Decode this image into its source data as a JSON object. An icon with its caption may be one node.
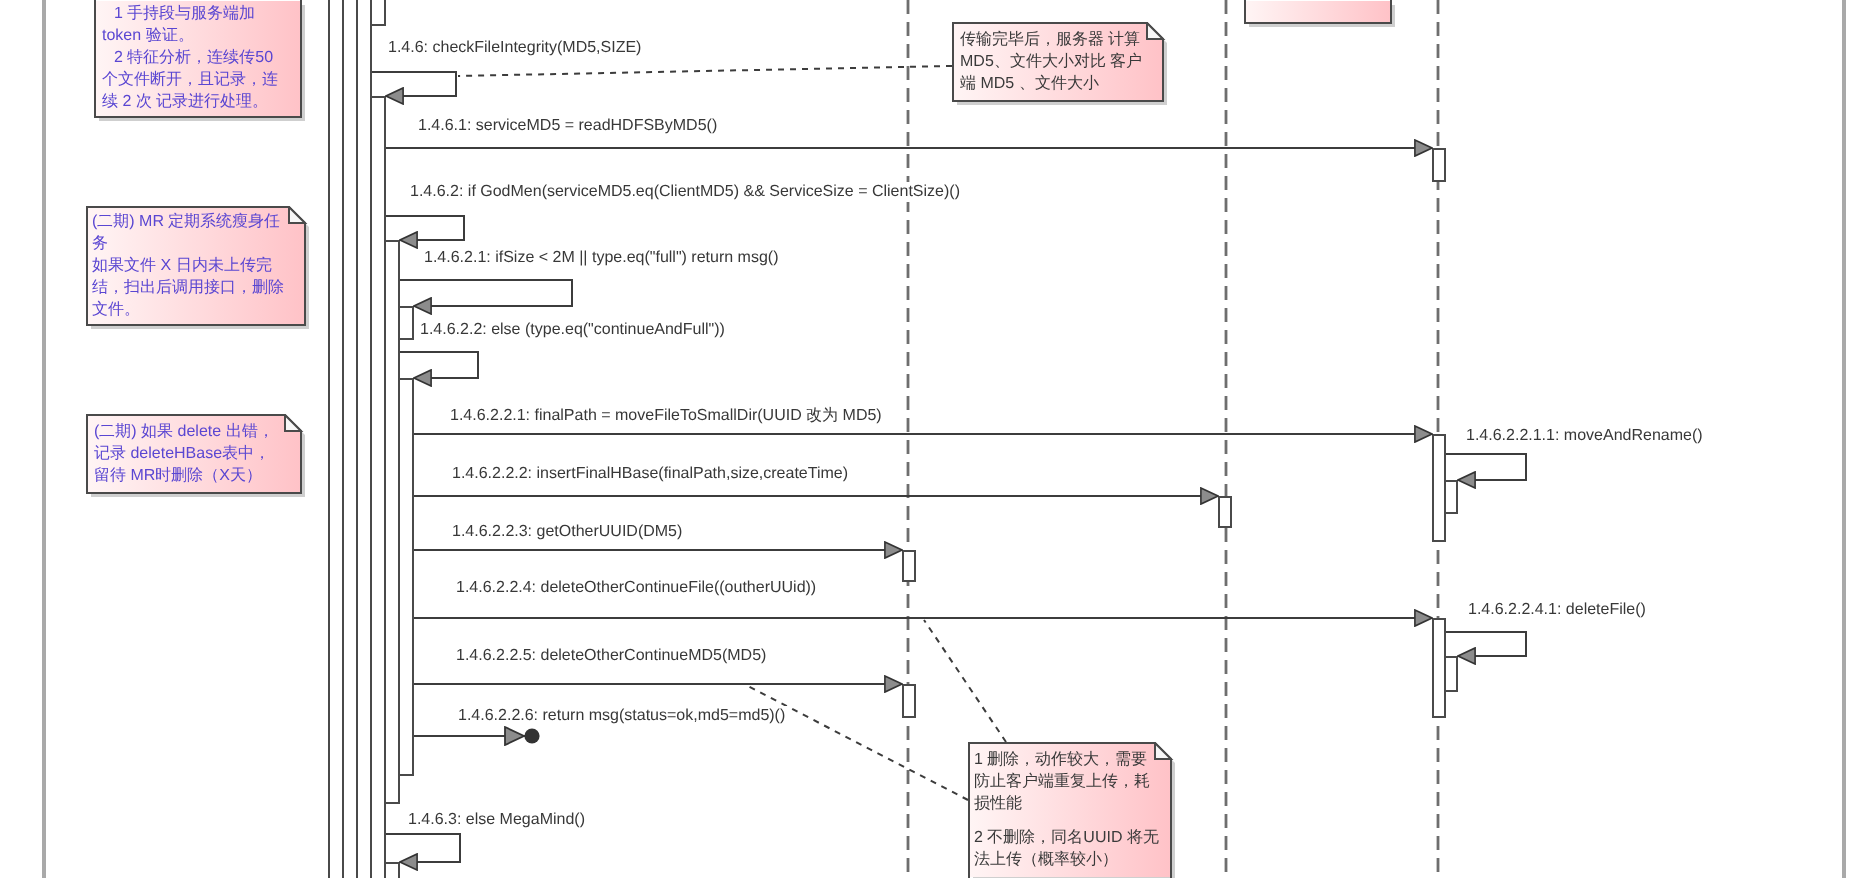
{
  "diagram": {
    "nodes": [
      {
        "text": [
          "1 手持段与服务端加token 验证。",
          "2 特征分析，连续传50个文件断开，且记录，连续 2 次 记录进行处理。"
        ]
      },
      {
        "text": [
          "传输完毕后，服务器 计算MD5、文件大小对比 客户端 MD5 、文件大小"
        ]
      },
      {
        "text": [],
        "shape": "box"
      },
      {
        "text": [
          "(二期) MR 定期系统瘦身任务",
          "如果文件 X 日内未上传完结，扫出后调用接口，删除文件。"
        ]
      },
      {
        "text": [
          "(二期) 如果 delete 出错，记录 deleteHBase表中，留待 MR时删除（X天）"
        ]
      },
      {
        "text": [
          "1 删除，动作较大，需要防止客户端重复上传，耗损性能",
          "2 不删除，同名UUID 将无法上传（概率较小）"
        ]
      },
      {
        "text": [],
        "shape": "bar"
      },
      {
        "text": [],
        "shape": "bar"
      },
      {
        "text": [],
        "shape": "bar"
      },
      {
        "text": [],
        "shape": "bar"
      },
      {
        "text": [],
        "shape": "bar"
      },
      {
        "text": [],
        "shape": "bar"
      },
      {
        "text": [],
        "shape": "bar"
      },
      {
        "text": [],
        "shape": "bar"
      },
      {
        "text": [],
        "shape": "bar"
      },
      {
        "text": [],
        "shape": "bar"
      },
      {
        "text": [],
        "shape": "bar"
      },
      {
        "text": [],
        "shape": "bar"
      },
      {
        "text": [],
        "shape": "bar"
      },
      {
        "text": [],
        "shape": "bar"
      },
      {
        "text": [],
        "shape": "bar"
      },
      {
        "text": [],
        "shape": "bar"
      }
    ],
    "edges": [
      {
        "from": 7,
        "to": 9,
        "arrow": "to",
        "label": "1.4.6: checkFileIntegrity(MD5,SIZE)"
      },
      {
        "from": 9,
        "to": 17,
        "arrow": "to",
        "label": "1.4.6.1: serviceMD5 = readHDFSByMD5()"
      },
      {
        "from": 9,
        "to": 10,
        "arrow": "to",
        "label": "1.4.6.2: if GodMen(serviceMD5.eq(ClientMD5) && ServiceSize = ClientSize)()"
      },
      {
        "from": 10,
        "to": 12,
        "arrow": "to",
        "label": "1.4.6.2.1: ifSize < 2M || type.eq(\"full\") return msg()"
      },
      {
        "from": 10,
        "to": 13,
        "arrow": "to",
        "label": "1.4.6.2.2: else (type.eq(\"continueAndFull\"))"
      },
      {
        "from": 13,
        "to": 18,
        "arrow": "to",
        "label": "1.4.6.2.2.1: finalPath = moveFileToSmallDir(UUID 改为 MD5)"
      },
      {
        "from": 18,
        "to": 19,
        "arrow": "to",
        "label": "1.4.6.2.2.1.1: moveAndRename()"
      },
      {
        "from": 13,
        "to": 16,
        "arrow": "to",
        "label": "1.4.6.2.2.2: insertFinalHBase(finalPath,size,createTime)"
      },
      {
        "from": 13,
        "to": 14,
        "arrow": "to",
        "label": "1.4.6.2.2.3: getOtherUUID(DM5)"
      },
      {
        "from": 13,
        "to": 20,
        "arrow": "to",
        "label": "1.4.6.2.2.4: deleteOtherContinueFile((outherUUid))"
      },
      {
        "from": 20,
        "to": 21,
        "arrow": "to",
        "label": "1.4.6.2.2.4.1: deleteFile()"
      },
      {
        "from": 13,
        "to": 15,
        "arrow": "to",
        "label": "1.4.6.2.2.5: deleteOtherContinueMD5(MD5)"
      },
      {
        "from": 13,
        "to": null,
        "arrow": "to",
        "label": "1.4.6.2.2.6: return msg(status=ok,md5=md5)()"
      },
      {
        "from": 9,
        "to": 11,
        "arrow": "to",
        "label": "1.4.6.3: else MegaMind()"
      },
      {
        "from": 1,
        "to": null,
        "arrow": "none",
        "style": "dashed"
      },
      {
        "from": 5,
        "to": null,
        "arrow": "none",
        "style": "dashed"
      },
      {
        "from": 5,
        "to": null,
        "arrow": "none",
        "style": "dashed"
      }
    ]
  }
}
